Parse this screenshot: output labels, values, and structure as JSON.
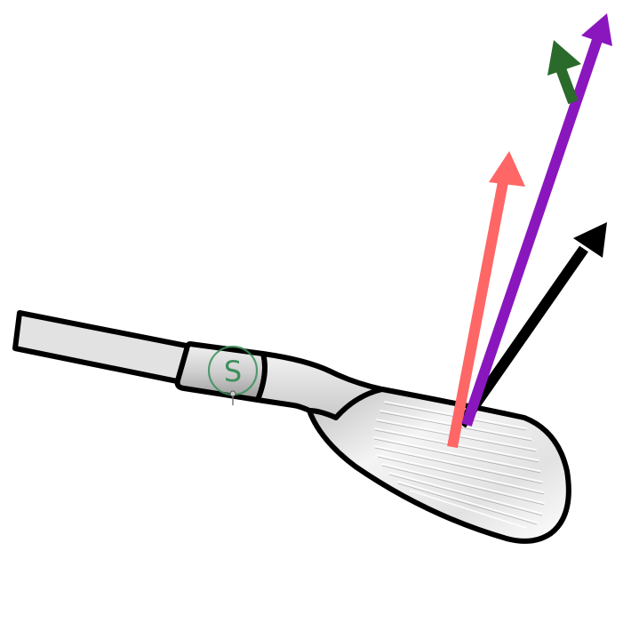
{
  "club": {
    "shaft_color": "#e2e2e2",
    "hosel_color": "#c9c9c9",
    "head_color": "#e8e8e8",
    "groove_color": "#ffffff",
    "outline_color": "#000000"
  },
  "logo": {
    "letter": "S",
    "color": "#3d8f5c"
  },
  "arrows": [
    {
      "name": "black",
      "color": "#000000"
    },
    {
      "name": "coral",
      "color": "#ff6666"
    },
    {
      "name": "purple",
      "color": "#8a17bd"
    },
    {
      "name": "green",
      "color": "#2a6a2a"
    }
  ]
}
